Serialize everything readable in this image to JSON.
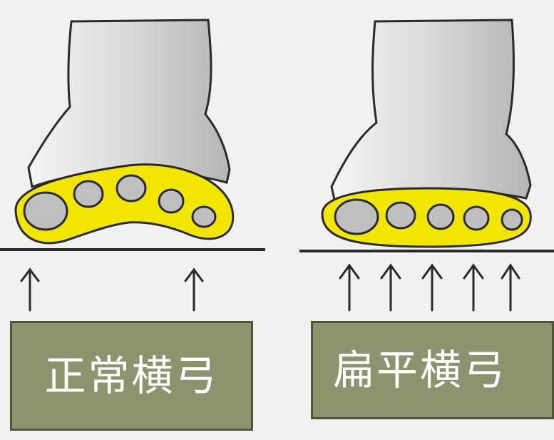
{
  "labels": {
    "normal_arch": "正常横弓",
    "flat_arch": "扁平横弓"
  },
  "colors": {
    "background": "#f1f1ef",
    "arch_fill": "#f2e600",
    "leg_shading": "#b9b9b9",
    "bone_fill": "#bfbfbf",
    "outline": "#2a2a2a",
    "label_box": "#8c936e",
    "label_border": "#4f5634",
    "label_text": "#ffffff"
  },
  "icons": {
    "pressure_arrow": "up-arrow-icon",
    "metatarsal_bone": "oval-bone"
  },
  "counts": {
    "normal_arrows": 2,
    "flat_arrows": 5,
    "metatarsals_per_foot": 5
  }
}
